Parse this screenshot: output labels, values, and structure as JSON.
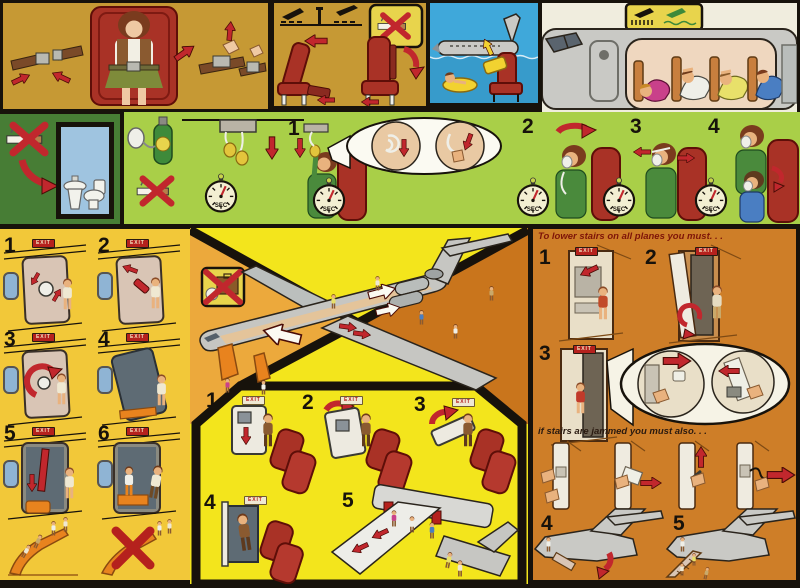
{
  "panels": {
    "oxygen": {
      "steps": [
        "1",
        "2",
        "3",
        "4"
      ],
      "stopwatch_label": "SEC"
    },
    "doors": {
      "steps": [
        "1",
        "2",
        "3",
        "4",
        "5",
        "6"
      ],
      "exit_label": "EXIT"
    },
    "overwing": {
      "steps": [
        "1",
        "2",
        "3",
        "4",
        "5"
      ],
      "exit_label": "EXIT"
    },
    "stairs": {
      "heading_lower": "To lower stairs on all planes you must. . .",
      "heading_jammed": "if stairs are jammed you must also. . .",
      "steps_lower": [
        "1",
        "2",
        "3"
      ],
      "steps_jammed": [
        "4",
        "5"
      ],
      "exit_label": "EXIT"
    }
  },
  "colors": {
    "card_border": "#17120B",
    "olive_gold": "#C69934",
    "water_blue": "#3FA8DA",
    "cream": "#F0EDDE",
    "dark_green": "#477D35",
    "light_green": "#A9CF48",
    "panel_yellow": "#F2C839",
    "bright_yellow": "#F3E51C",
    "amber": "#ECA93C",
    "mid_orange": "#C9751C",
    "stairs_orange": "#CE7E28",
    "seat_red": "#A93226",
    "arrow_red": "#C1272D",
    "exit_sign_red": "#B5211D",
    "slide_orange": "#E8831E",
    "sign_yellow": "#E8D44C",
    "fuselage_gray": "#C9C9C5"
  }
}
